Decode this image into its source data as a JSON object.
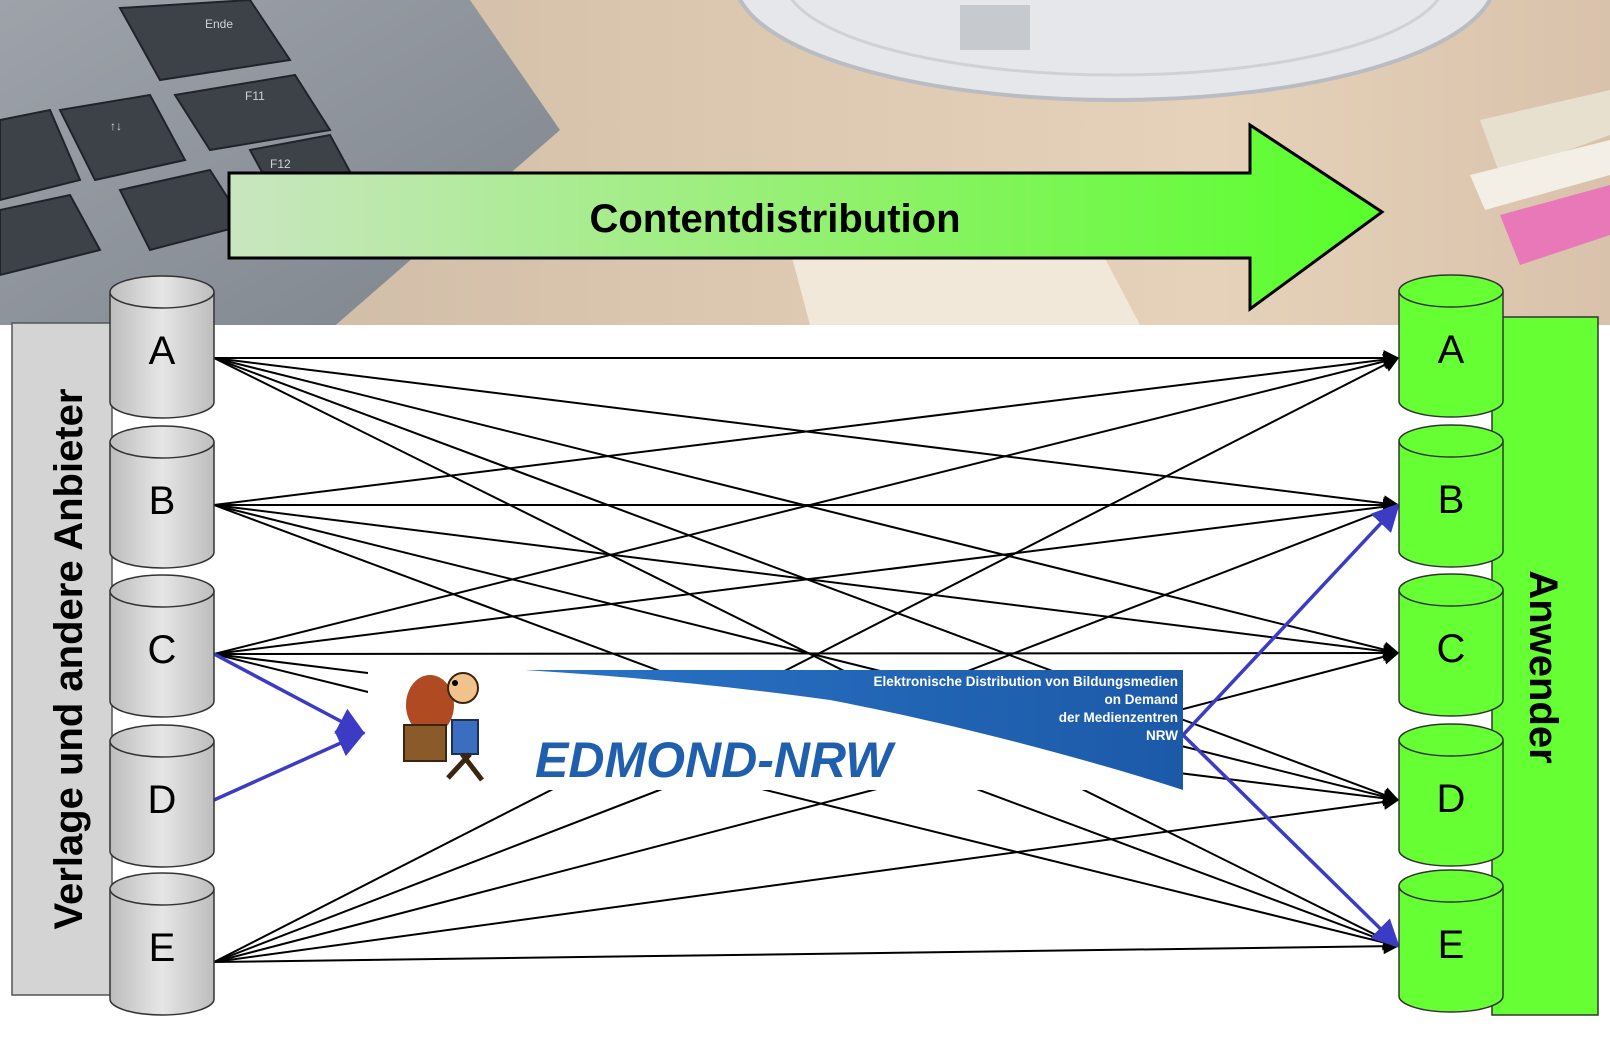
{
  "distribution_arrow": {
    "label": "Contentdistribution"
  },
  "providers": {
    "title": "Verlage und andere Anbieter",
    "items": [
      "A",
      "B",
      "C",
      "D",
      "E"
    ]
  },
  "users": {
    "title": "Anwender",
    "items": [
      "A",
      "B",
      "C",
      "D",
      "E"
    ]
  },
  "logo": {
    "name": "EDMOND-NRW",
    "tagline_lines": [
      "Elektronische Distribution von Bildungsmedien",
      "on Demand",
      "der Medienzentren",
      "NRW"
    ]
  },
  "colors": {
    "provider_fill": "#c8c8c8",
    "user_fill": "#66ff33",
    "hub_link": "#3b3bc4",
    "direct_link": "#000000",
    "logo_blue": "#1f5fae"
  }
}
